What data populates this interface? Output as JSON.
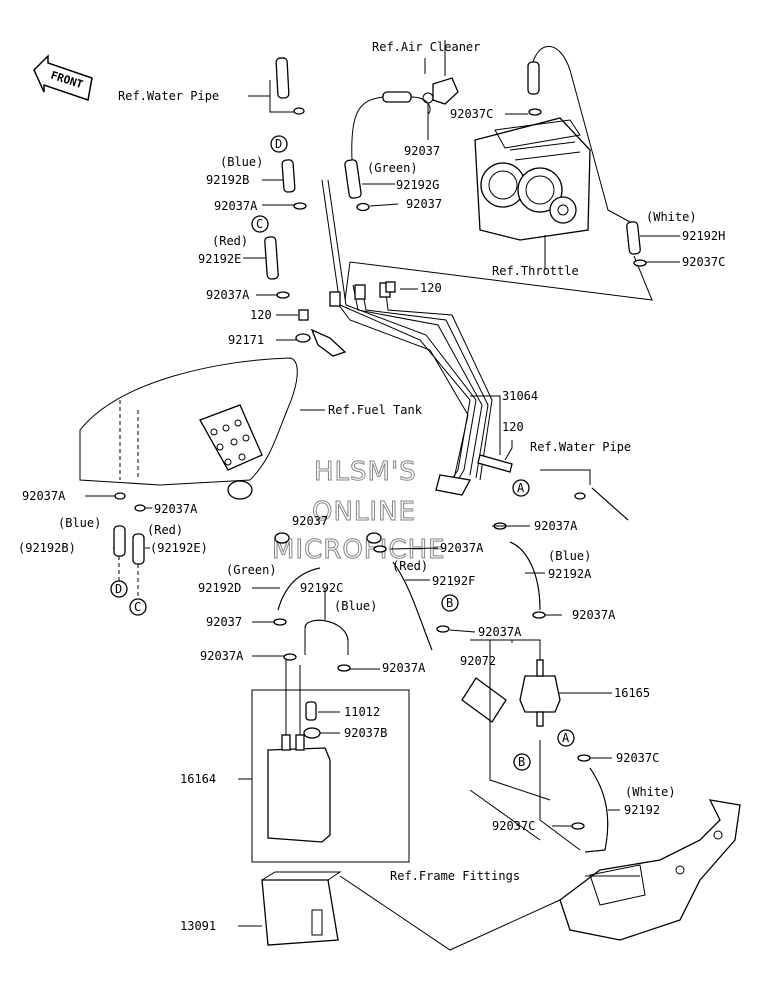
{
  "front_label": "FRONT",
  "watermark": [
    "HLSM'S",
    "ONLINE",
    "MICROFICHE"
  ],
  "callouts": {
    "A": "A",
    "B": "B",
    "C": "C",
    "D": "D"
  },
  "labels": {
    "ref_water_pipe_top": "Ref.Water Pipe",
    "ref_air_cleaner": "Ref.Air Cleaner",
    "p92037c_top": "92037C",
    "p92037_a": "92037",
    "green_top": "(Green)",
    "p92192g": "92192G",
    "p92037_b": "92037",
    "white_top": "(White)",
    "p92192h": "92192H",
    "p92037c_right": "92037C",
    "ref_throttle": "Ref.Throttle",
    "blue_top": "(Blue)",
    "p92192b": "92192B",
    "p92037a_1": "92037A",
    "red_top": "(Red)",
    "p92192e": "92192E",
    "p92037a_2": "92037A",
    "p120_a": "120",
    "p120_b": "120",
    "p92171": "92171",
    "ref_fuel_tank": "Ref.Fuel Tank",
    "p31064": "31064",
    "p120_c": "120",
    "ref_water_pipe_mid": "Ref.Water Pipe",
    "p92037a_3": "92037A",
    "p92037a_4": "92037A",
    "blue_l": "(Blue)",
    "red_l": "(Red)",
    "p92192b_paren": "(92192B)",
    "p92192e_paren": "(92192E)",
    "p92037_c": "92037",
    "p92037a_5": "92037A",
    "p92037a_6": "92037A",
    "blue_mid": "(Blue)",
    "p92192a": "92192A",
    "green_mid": "(Green)",
    "p92192d": "92192D",
    "p92192c": "92192C",
    "red_mid": "(Red)",
    "p92192f": "92192F",
    "blue_mid2": "(Blue)",
    "p92037_d": "92037",
    "p92037a_7": "92037A",
    "p92037a_8": "92037A",
    "p92037a_9": "92037A",
    "p92037a_10": "92037A",
    "p92072": "92072",
    "p16165": "16165",
    "p11012": "11012",
    "p92037b": "92037B",
    "p16164": "16164",
    "p92037c_b1": "92037C",
    "white_bot": "(White)",
    "p92192": "92192",
    "p92037c_b2": "92037C",
    "ref_frame_fittings": "Ref.Frame Fittings",
    "p13091": "13091"
  }
}
